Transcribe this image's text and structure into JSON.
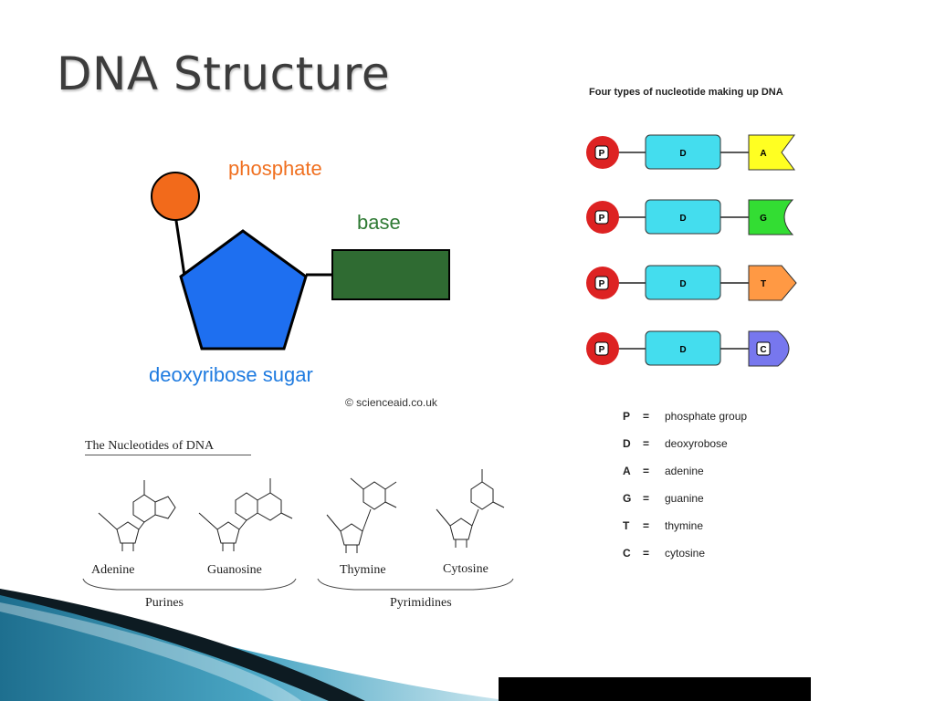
{
  "slide": {
    "title": "DNA Structure"
  },
  "nucleotide_diagram": {
    "phosphate_label": "phosphate",
    "base_label": "base",
    "sugar_label": "deoxyribose sugar",
    "credit": "© scienceaid.co.uk",
    "colors": {
      "phosphate": "#f26a1b",
      "sugar": "#1e6ff0",
      "base": "#2f6b32",
      "phosphate_text": "#f07020",
      "base_text": "#2f7a34",
      "sugar_text": "#1f7be0"
    }
  },
  "nucleotides_of_dna": {
    "title": "The Nucleotides of DNA",
    "names": [
      "Adenine",
      "Guanosine",
      "Thymine",
      "Cytosine"
    ],
    "groups": [
      "Purines",
      "Pyrimidines"
    ]
  },
  "four_types": {
    "heading": "Four types of nucleotide making up DNA",
    "rows": [
      {
        "p": "P",
        "d": "D",
        "base": "A",
        "base_color": "#ffff22"
      },
      {
        "p": "P",
        "d": "D",
        "base": "G",
        "base_color": "#33dd33"
      },
      {
        "p": "P",
        "d": "D",
        "base": "T",
        "base_color": "#ff9944"
      },
      {
        "p": "P",
        "d": "D",
        "base": "C",
        "base_color": "#7777ee"
      }
    ],
    "colors": {
      "phosphate": "#dd2222",
      "deoxyribose": "#44ddee"
    }
  },
  "key": [
    {
      "symbol": "P",
      "eq": "=",
      "meaning": "phosphate group"
    },
    {
      "symbol": "D",
      "eq": "=",
      "meaning": "deoxyrobose"
    },
    {
      "symbol": "A",
      "eq": "=",
      "meaning": "adenine"
    },
    {
      "symbol": "G",
      "eq": "=",
      "meaning": "guanine"
    },
    {
      "symbol": "T",
      "eq": "=",
      "meaning": "thymine"
    },
    {
      "symbol": "C",
      "eq": "=",
      "meaning": "cytosine"
    }
  ]
}
